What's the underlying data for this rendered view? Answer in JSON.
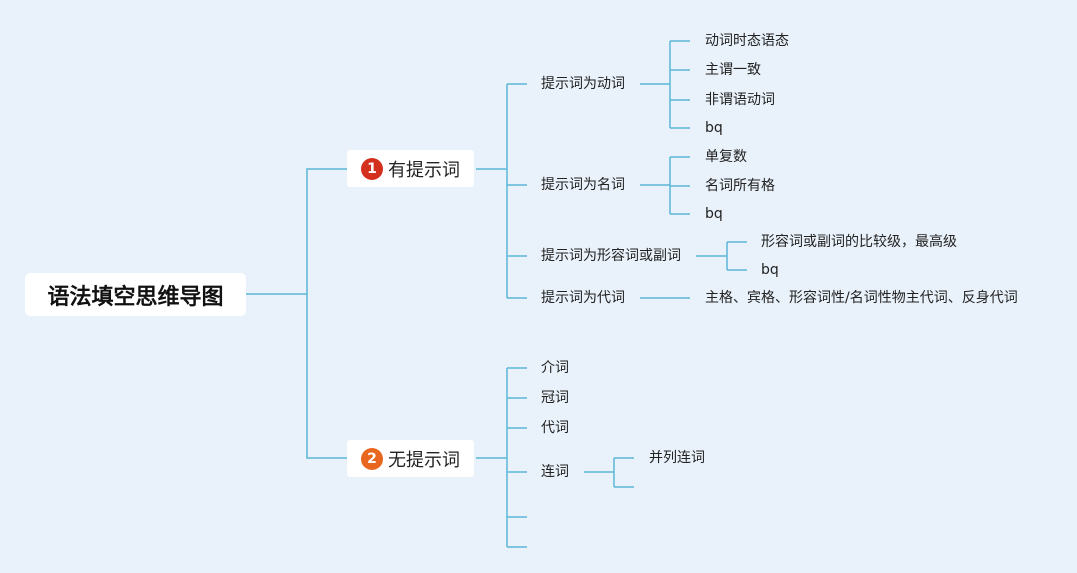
{
  "diagram": {
    "root": "语法填空思维导图",
    "branch1": {
      "badge": "1",
      "badge_color": "#d4301e",
      "label": "有提示词",
      "children": {
        "verb": {
          "label": "提示词为动词",
          "items": [
            "动词时态语态",
            "主谓一致",
            "非谓语动词",
            "bq"
          ]
        },
        "noun": {
          "label": "提示词为名词",
          "items": [
            "单复数",
            "名词所有格",
            "bq"
          ]
        },
        "adj": {
          "label": "提示词为形容词或副词",
          "items": [
            "形容词或副词的比较级，最高级",
            "bq"
          ]
        },
        "pron": {
          "label": "提示词为代词",
          "items": [
            "主格、宾格、形容词性/名词性物主代词、反身代词"
          ]
        }
      }
    },
    "branch2": {
      "badge": "2",
      "badge_color": "#e8661e",
      "label": "无提示词",
      "children": {
        "prep": "介词",
        "article": "冠词",
        "pronoun": "代词",
        "conj": {
          "label": "连词",
          "items": [
            "并列连词",
            ""
          ]
        },
        "empty1": "",
        "empty2": ""
      }
    },
    "line_color": "#5bb8d6"
  }
}
